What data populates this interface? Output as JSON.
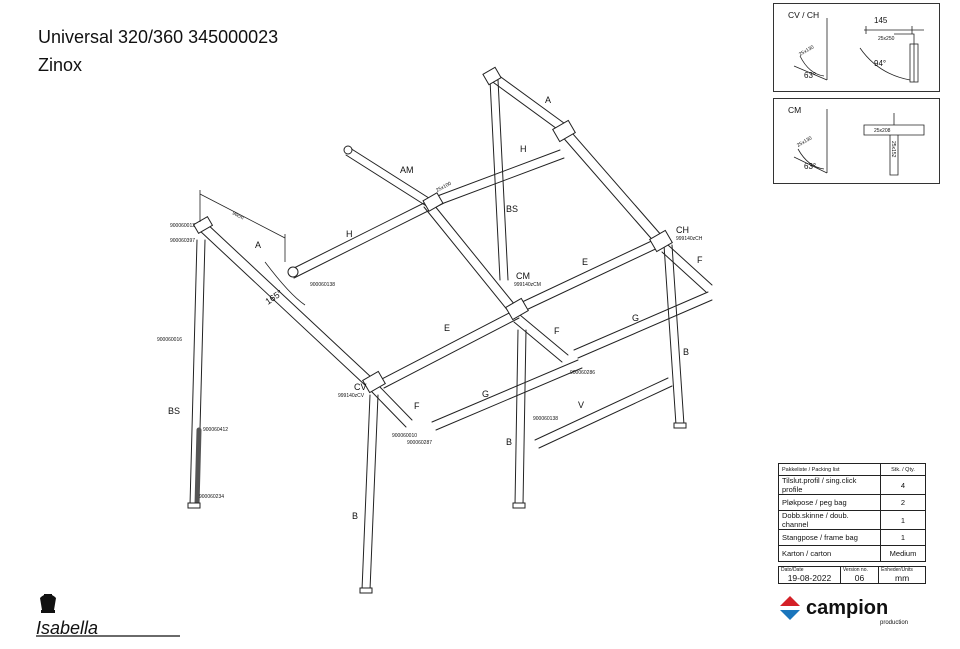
{
  "header": {
    "title": "Universal 320/360 345000023",
    "subtitle": "Zinox"
  },
  "labels": {
    "A1": "A",
    "A2": "A",
    "AM": "AM",
    "H1": "H",
    "H2": "H",
    "BS1": "BS",
    "BS2": "BS",
    "CH": "CH",
    "CM": "CM",
    "CV": "CV",
    "E1": "E",
    "E2": "E",
    "F1": "F",
    "F2": "F",
    "F3": "F",
    "G1": "G",
    "G2": "G",
    "B1": "B",
    "B2": "B",
    "B3": "B",
    "V": "V",
    "angle165": "165°",
    "width96": "96cm"
  },
  "part_numbers": {
    "p12": "900060012",
    "p397": "900060397",
    "p138a": "900060138",
    "p016": "900060016",
    "p412": "900060412",
    "p234": "900060234",
    "p140ch": "999140zCH",
    "p140cm": "999140zCM",
    "p140cv": "999140zCV",
    "p286": "900060286",
    "p010": "900060010",
    "p287": "900060287",
    "p138b": "900060138",
    "p100": "25x100"
  },
  "details": {
    "cvch_title": "CV / CH",
    "cvch_dim": "145",
    "cvch_angle1": "63°",
    "cvch_angle2": "94°",
    "cvch_tube1": "25x130",
    "cvch_tube2": "25x250",
    "cm_title": "CM",
    "cm_angle": "63°",
    "cm_tube1": "25x130",
    "cm_tube2": "25x208",
    "cm_tube3": "25x152"
  },
  "packing": {
    "header_item": "Pakkeliste / Packing list",
    "header_qty": "Stk. / Qty.",
    "rows": [
      {
        "item": "Tilslut.profil / sing.click profile",
        "qty": "4"
      },
      {
        "item": "Pløkpose / peg bag",
        "qty": "2"
      },
      {
        "item": "Dobb.skinne / doub. channel",
        "qty": "1"
      },
      {
        "item": "Stangpose / frame bag",
        "qty": "1"
      },
      {
        "item": "Karton / carton",
        "qty": "Medium"
      }
    ]
  },
  "meta": {
    "date_label": "Dato/Date",
    "date": "19-08-2022",
    "version_label": "Version no.",
    "version": "06",
    "units_label": "Enheder/Units",
    "units": "mm"
  },
  "brand": {
    "campion": "campion",
    "campion_sub": "production",
    "isabella": "Isabella"
  },
  "colors": {
    "line": "#222222",
    "campion_red": "#d42027",
    "campion_blue": "#1a75bc"
  }
}
